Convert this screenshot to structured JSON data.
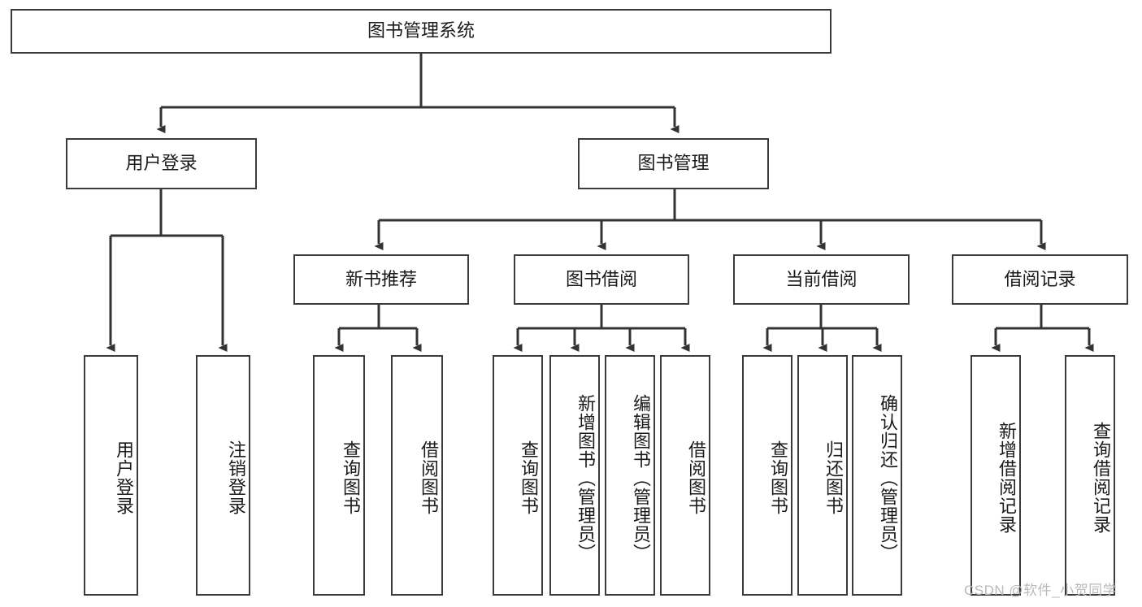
{
  "diagram": {
    "title": "图书管理系统",
    "type": "hierarchy-tree",
    "colors": {
      "background": "#ffffff",
      "box_border": "#3b3b3b",
      "box_fill": "#ffffff",
      "text": "#1a1a1a",
      "edge": "#333333",
      "watermark": "#b9b9b9"
    },
    "root": {
      "label": "图书管理系统"
    },
    "level2": [
      {
        "label": "用户登录"
      },
      {
        "label": "图书管理"
      }
    ],
    "level3": [
      {
        "label": "新书推荐"
      },
      {
        "label": "图书借阅"
      },
      {
        "label": "当前借阅"
      },
      {
        "label": "借阅记录"
      }
    ],
    "leaves": {
      "user_login": [
        {
          "label": "用户登录"
        },
        {
          "label": "注销登录"
        }
      ],
      "new_book_recommend": [
        {
          "label": "查询图书"
        },
        {
          "label": "借阅图书"
        }
      ],
      "book_borrow": [
        {
          "label": "查询图书"
        },
        {
          "label": "新增图书（管理员）"
        },
        {
          "label": "编辑图书（管理员）"
        },
        {
          "label": "借阅图书"
        }
      ],
      "current_borrow": [
        {
          "label": "查询图书"
        },
        {
          "label": "归还图书"
        },
        {
          "label": "确认归还（管理员）"
        }
      ],
      "borrow_record": [
        {
          "label": "新增借阅记录"
        },
        {
          "label": "查询借阅记录"
        }
      ]
    },
    "watermark": "CSDN @软件_小贺同学"
  }
}
